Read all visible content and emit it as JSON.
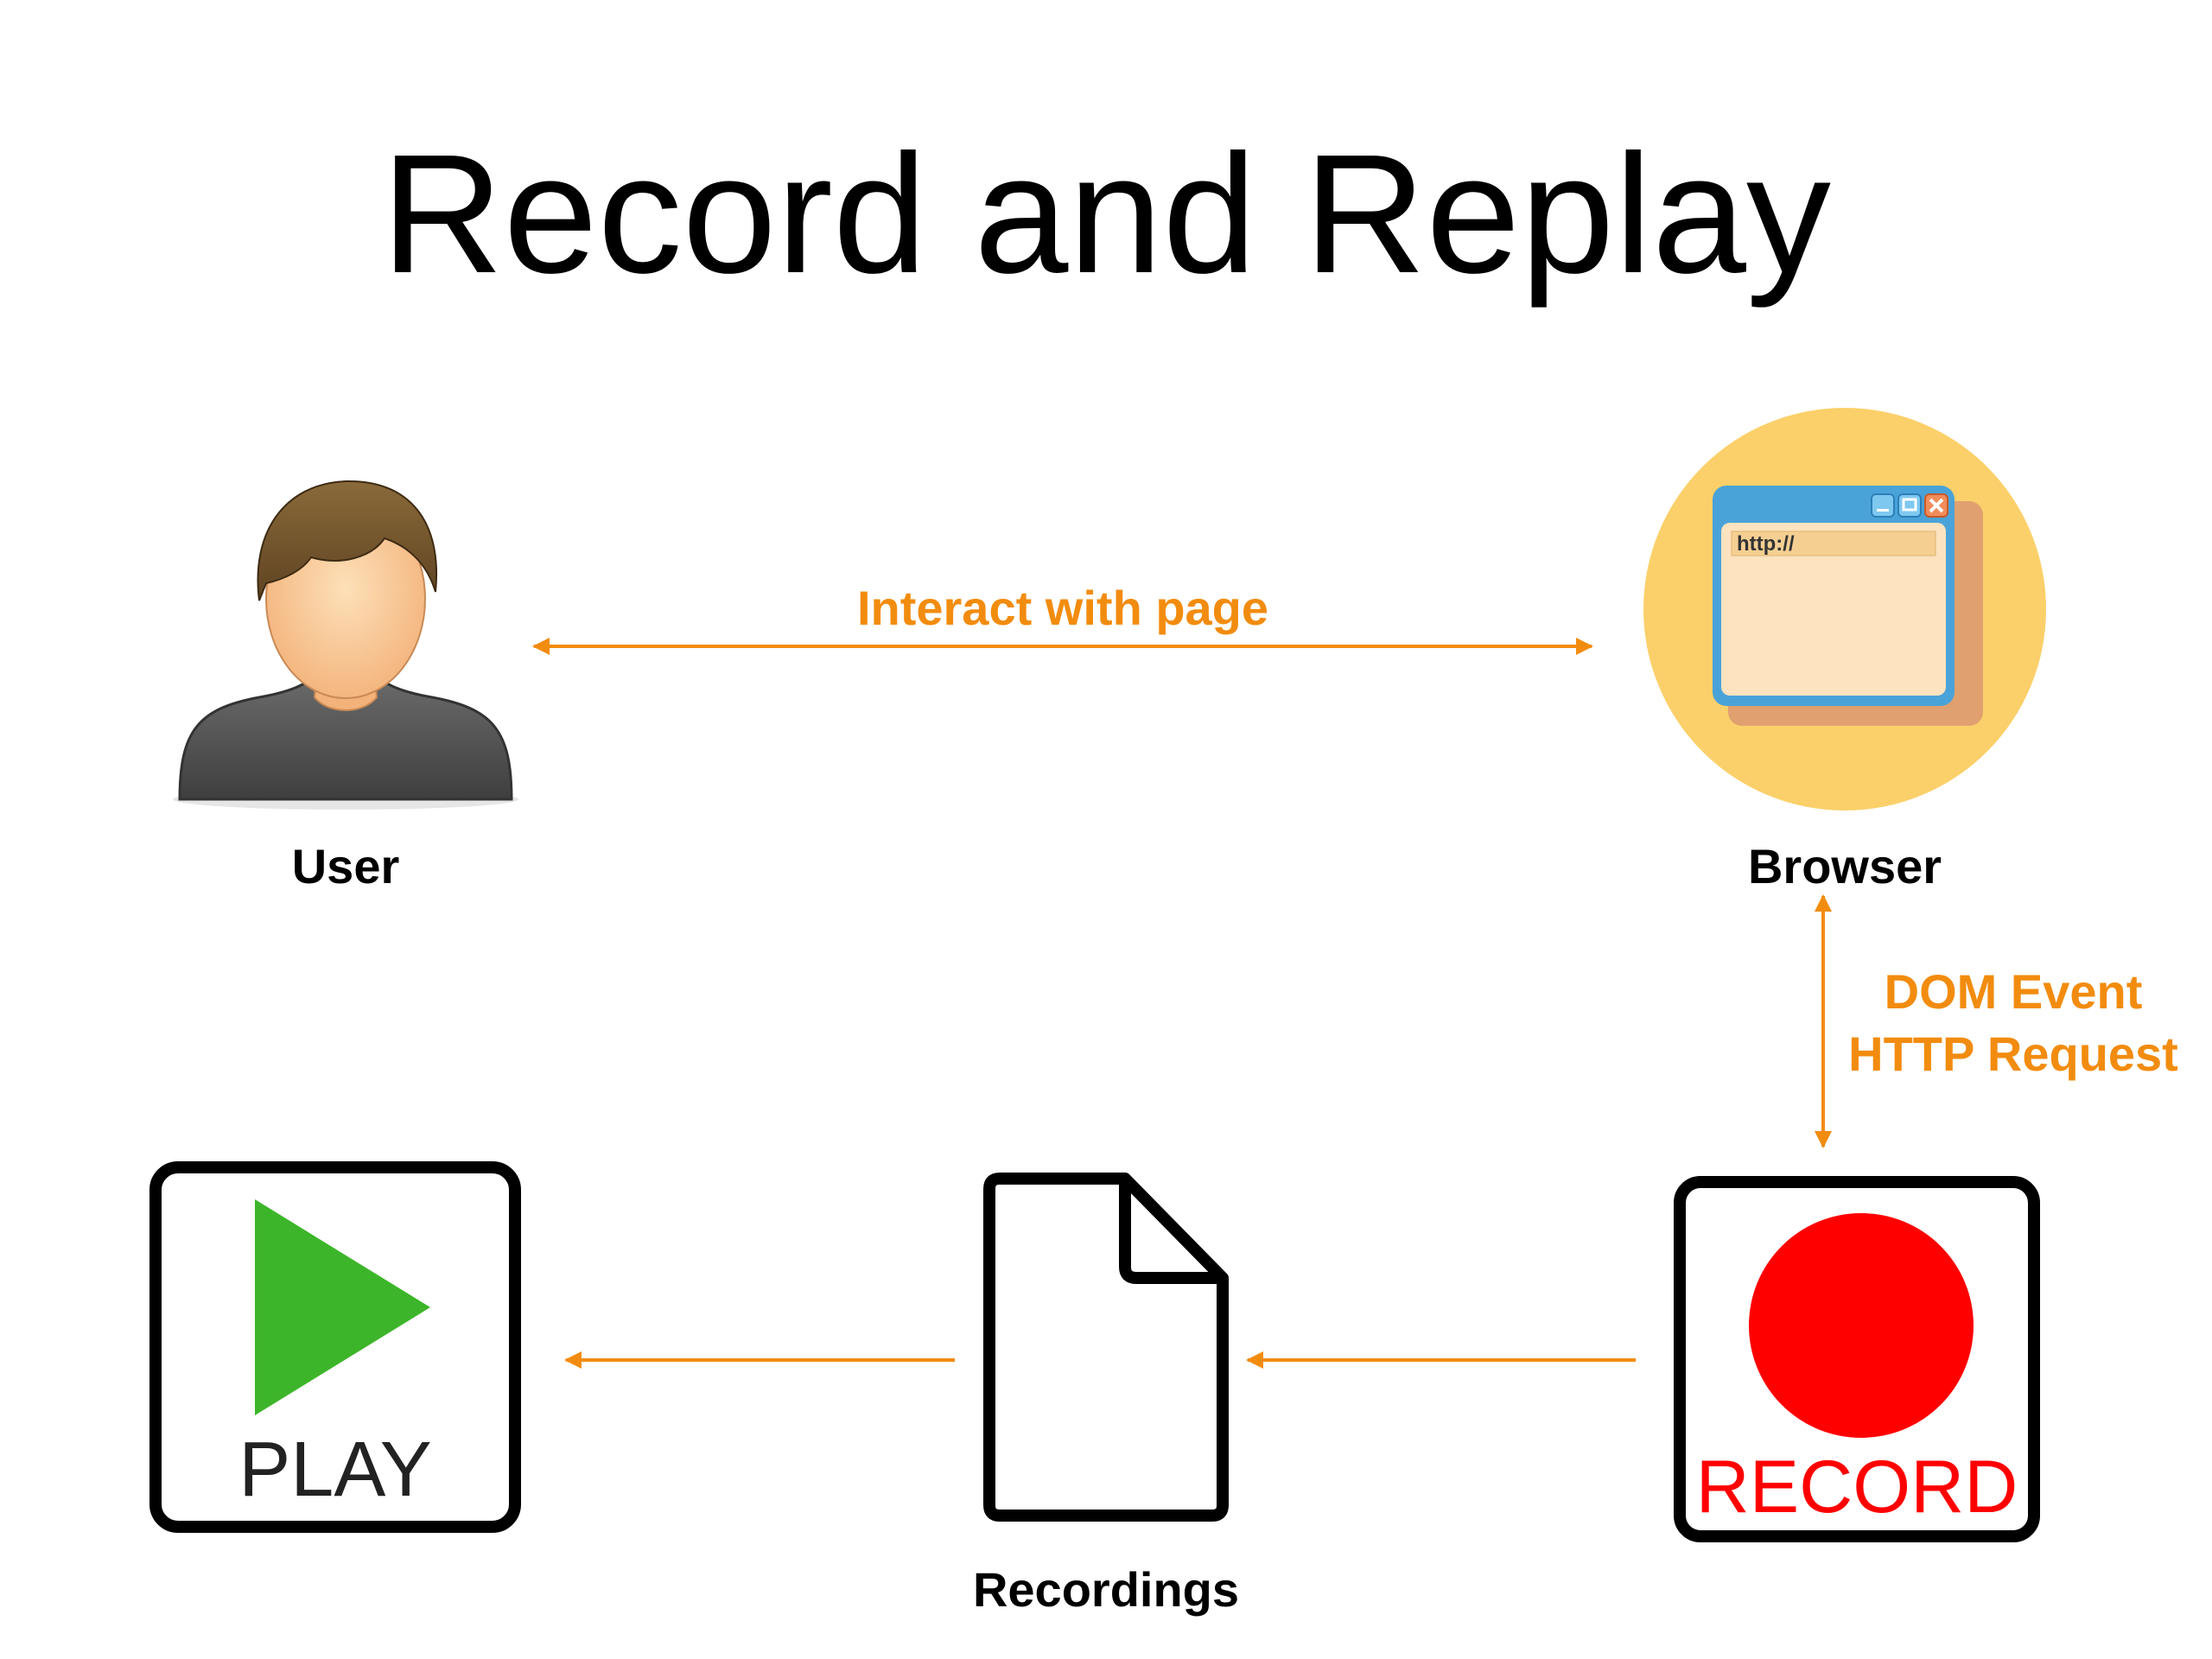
{
  "title": "Record and Replay",
  "colors": {
    "edge": "#f28c0f",
    "play_triangle": "#3db52a",
    "record_circle": "#ff0000",
    "browser_circle": "#fbd06a"
  },
  "nodes": {
    "user": {
      "label": "User",
      "icon": "user-avatar-icon"
    },
    "browser": {
      "label": "Browser",
      "icon": "browser-window-icon",
      "address_text": "http://"
    },
    "record": {
      "label": "RECORD",
      "icon": "record-button-icon"
    },
    "recordings": {
      "label": "Recordings",
      "icon": "document-icon"
    },
    "play": {
      "label": "PLAY",
      "icon": "play-button-icon"
    }
  },
  "edges": [
    {
      "from": "user",
      "to": "browser",
      "label": "Interact with page",
      "direction": "both"
    },
    {
      "from": "browser",
      "to": "record",
      "label_lines": [
        "DOM Event",
        "HTTP Request"
      ],
      "direction": "both"
    },
    {
      "from": "record",
      "to": "recordings",
      "direction": "forward"
    },
    {
      "from": "recordings",
      "to": "play",
      "direction": "forward"
    }
  ]
}
